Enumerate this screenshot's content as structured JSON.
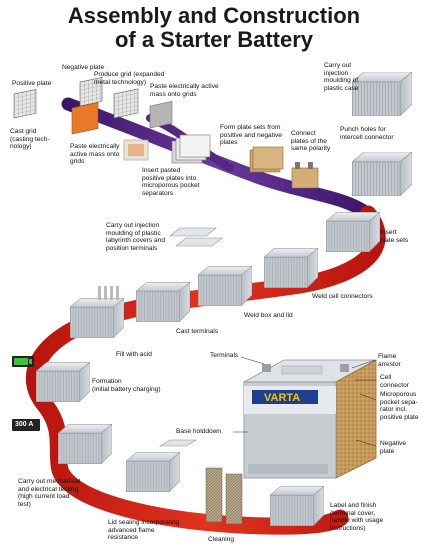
{
  "title": {
    "line1": "Assembly and Construction",
    "line2": "of a Starter Battery"
  },
  "labels": {
    "negative_plate": "Negative plate",
    "positive_plate": "Positive plate",
    "produce_grid": "Produce grid (expanded\nmetal technology)",
    "paste_negative": "Paste electrically active\nmass onto grids",
    "cast_grid": "Cast grid\n(casting tech-\nnology)",
    "paste_positive": "Paste electrically\nactive mass onto\ngrids",
    "form_plate_sets": "Form plate sets from\npositive and negative\nplates",
    "connect_plates": "Connect\nplates of the\nsame polarity",
    "carry_out_case": "Carry out\ninjection\nmoulding of\nplastic case",
    "punch_holes": "Punch holes for\nintercell connector",
    "insert_pasted": "Insert pasted\npositive plates into\nmicroporous pocket\nseparators",
    "insert_plate_sets": "Insert\nplate sets",
    "carry_out_covers": "Carry out injection\nmoulding of plastic\nlabyrinth covers and\nposition terminals",
    "weld_cell": "Weld cell connectors",
    "weld_box": "Weld box and lid",
    "cast_terminals": "Cast terminals",
    "fill_acid": "Fill with acid",
    "formation": "Formation\n(initial battery charging)",
    "testing": "Carry out mechanical\nand electrical testing\n(high current load\ntest)",
    "lid_sealing": "Lid sealing incorporating\nadvanced flame\nresistance",
    "cleaning": "Cleaning",
    "label_finish": "Label and finish\n(terminal cover,\nhandle with usage\ninstructions)",
    "terminals": "Terminals",
    "flame_arrestor": "Flame\narrestor",
    "cell_connector": "Cell\nconnector",
    "microporous": "Microporous\npocket sepa-\nrator incl.\npositive plate",
    "negative_plate_cut": "Negative\nplate",
    "base_holddown": "Base holddown"
  },
  "brand": "VARTA",
  "meter_value": "300 A",
  "colors": {
    "red_band": "#cc1e16",
    "purple_band": "#4b1f78",
    "orange_plate": "#e87a2a",
    "paste_brown": "#c9a36a",
    "battery_grey": "#c8cdd2",
    "varta_blue": "#1e3f8f"
  }
}
